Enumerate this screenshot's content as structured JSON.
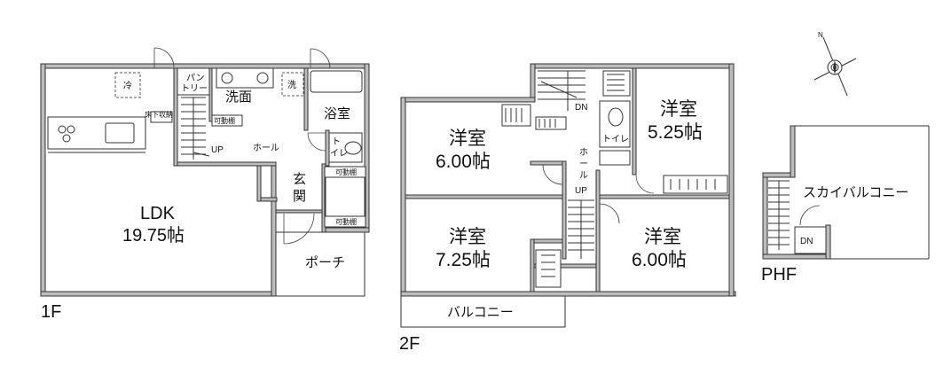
{
  "floors": {
    "first": {
      "label": "1F",
      "rooms": {
        "ldk_name": "LDK",
        "ldk_size": "19.75帖",
        "washroom": "洗面",
        "bath": "浴室",
        "pantry_top": "パン",
        "pantry_bottom": "トリー",
        "hall": "ホール",
        "toilet_top": "ト",
        "toilet_bottom": "イレ",
        "entrance_top": "玄",
        "entrance_bottom": "関",
        "porch": "ポーチ"
      },
      "marks": {
        "fridge": "冷",
        "washer": "洗",
        "underfloor": "床下収納",
        "stair_up": "UP",
        "movable_shelf": "可動棚"
      }
    },
    "second": {
      "label": "2F",
      "rooms": {
        "room_nw_name": "洋室",
        "room_nw_size": "6.00帖",
        "room_ne_name": "洋室",
        "room_ne_size": "5.25帖",
        "room_sw_name": "洋室",
        "room_sw_size": "7.25帖",
        "room_se_name": "洋室",
        "room_se_size": "6.00帖",
        "toilet": "トイレ",
        "hall_1": "ホ",
        "hall_2": "ー",
        "hall_3": "ル",
        "balcony": "バルコニー"
      },
      "marks": {
        "stair_dn": "DN",
        "stair_up": "UP"
      }
    },
    "roof": {
      "label": "PHF",
      "rooms": {
        "sky_balcony": "スカイバルコニー"
      },
      "marks": {
        "stair_dn": "DN"
      }
    }
  },
  "compass": {
    "north": "N"
  }
}
